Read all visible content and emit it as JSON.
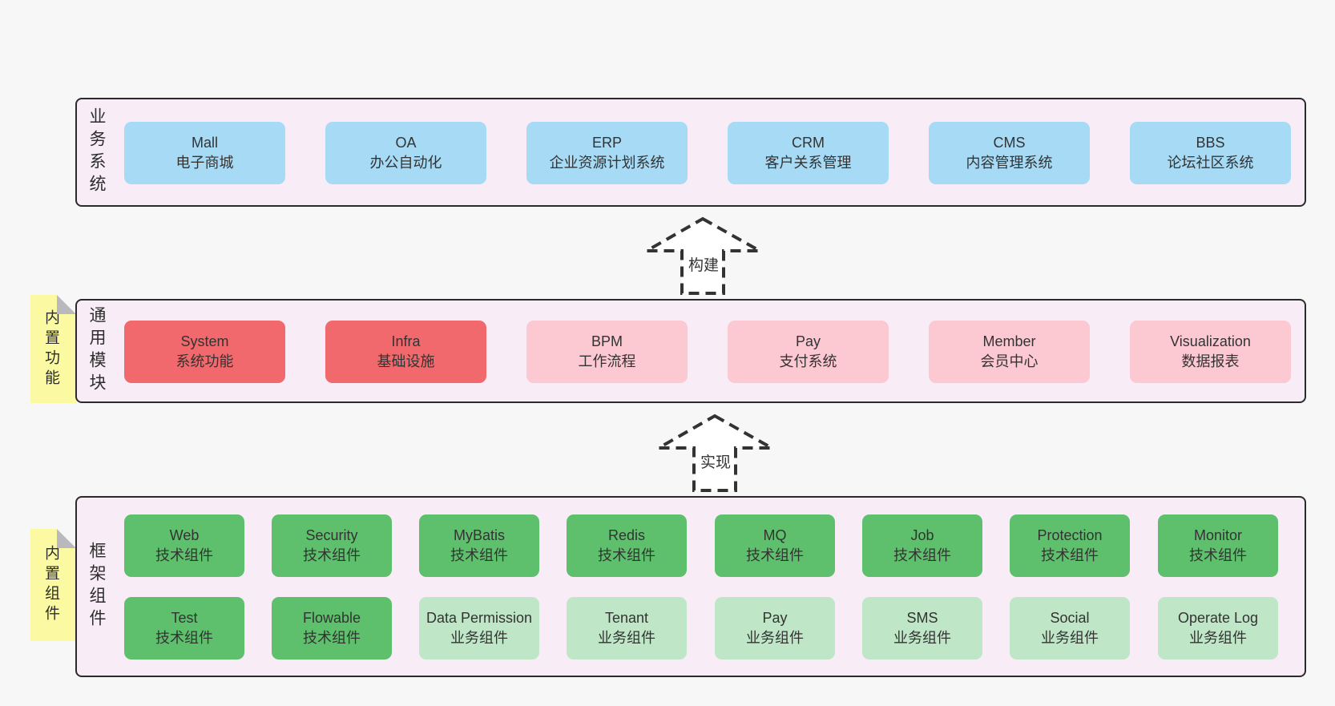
{
  "colors": {
    "page_bg": "#f7f7f7",
    "container_bg": "#f8edf6",
    "container_border": "#2b2b2b",
    "business_box": "#a7daf5",
    "core_module_box": "#f1696c",
    "optional_module_box": "#fcc8d2",
    "tech_component_box": "#5ec06c",
    "biz_component_box": "#bfe6c6",
    "tag_bg": "#fbfaa2"
  },
  "layers": {
    "business": {
      "side_label": "业务系统",
      "boxes": [
        {
          "name": "Mall",
          "desc": "电子商城"
        },
        {
          "name": "OA",
          "desc": "办公自动化"
        },
        {
          "name": "ERP",
          "desc": "企业资源计划系统"
        },
        {
          "name": "CRM",
          "desc": "客户关系管理"
        },
        {
          "name": "CMS",
          "desc": "内容管理系统"
        },
        {
          "name": "BBS",
          "desc": "论坛社区系统"
        }
      ]
    },
    "modules": {
      "side_label": "通用模块",
      "tag": "内置功能",
      "boxes": [
        {
          "name": "System",
          "desc": "系统功能"
        },
        {
          "name": "Infra",
          "desc": "基础设施"
        },
        {
          "name": "BPM",
          "desc": "工作流程"
        },
        {
          "name": "Pay",
          "desc": "支付系统"
        },
        {
          "name": "Member",
          "desc": "会员中心"
        },
        {
          "name": "Visualization",
          "desc": "数据报表"
        }
      ]
    },
    "components": {
      "side_label": "框架组件",
      "tag": "内置组件",
      "row1": [
        {
          "name": "Web",
          "desc": "技术组件"
        },
        {
          "name": "Security",
          "desc": "技术组件"
        },
        {
          "name": "MyBatis",
          "desc": "技术组件"
        },
        {
          "name": "Redis",
          "desc": "技术组件"
        },
        {
          "name": "MQ",
          "desc": "技术组件"
        },
        {
          "name": "Job",
          "desc": "技术组件"
        },
        {
          "name": "Protection",
          "desc": "技术组件"
        },
        {
          "name": "Monitor",
          "desc": "技术组件"
        }
      ],
      "row2": [
        {
          "name": "Test",
          "desc": "技术组件"
        },
        {
          "name": "Flowable",
          "desc": "技术组件"
        },
        {
          "name": "Data Permission",
          "desc": "业务组件"
        },
        {
          "name": "Tenant",
          "desc": "业务组件"
        },
        {
          "name": "Pay",
          "desc": "业务组件"
        },
        {
          "name": "SMS",
          "desc": "业务组件"
        },
        {
          "name": "Social",
          "desc": "业务组件"
        },
        {
          "name": "Operate Log",
          "desc": "业务组件"
        }
      ]
    }
  },
  "arrows": [
    {
      "label": "构建"
    },
    {
      "label": "实现"
    }
  ]
}
